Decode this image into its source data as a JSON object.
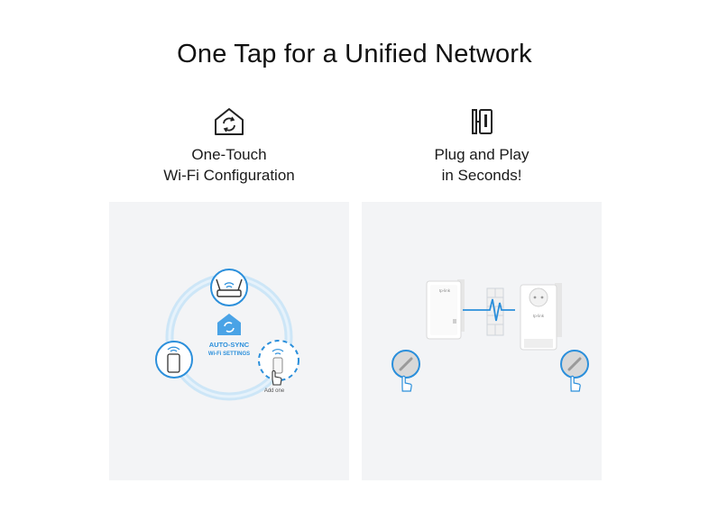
{
  "page": {
    "title": "One Tap for a Unified Network"
  },
  "features": [
    {
      "icon": "house-sync-icon",
      "label_line1": "One-Touch",
      "label_line2": "Wi-Fi Configuration"
    },
    {
      "icon": "plug-device-icon",
      "label_line1": "Plug and Play",
      "label_line2": "in Seconds!"
    }
  ],
  "panels": {
    "left": {
      "center_label_line1": "AUTO-SYNC",
      "center_label_line2": "Wi-Fi SETTINGS",
      "add_label": "Add one"
    },
    "right": {
      "brand_label": "tp-link"
    }
  },
  "colors": {
    "accent": "#2b8fdb",
    "ring": "#bfe0f7",
    "panel_bg": "#f3f4f6",
    "text": "#1a1a1a"
  }
}
